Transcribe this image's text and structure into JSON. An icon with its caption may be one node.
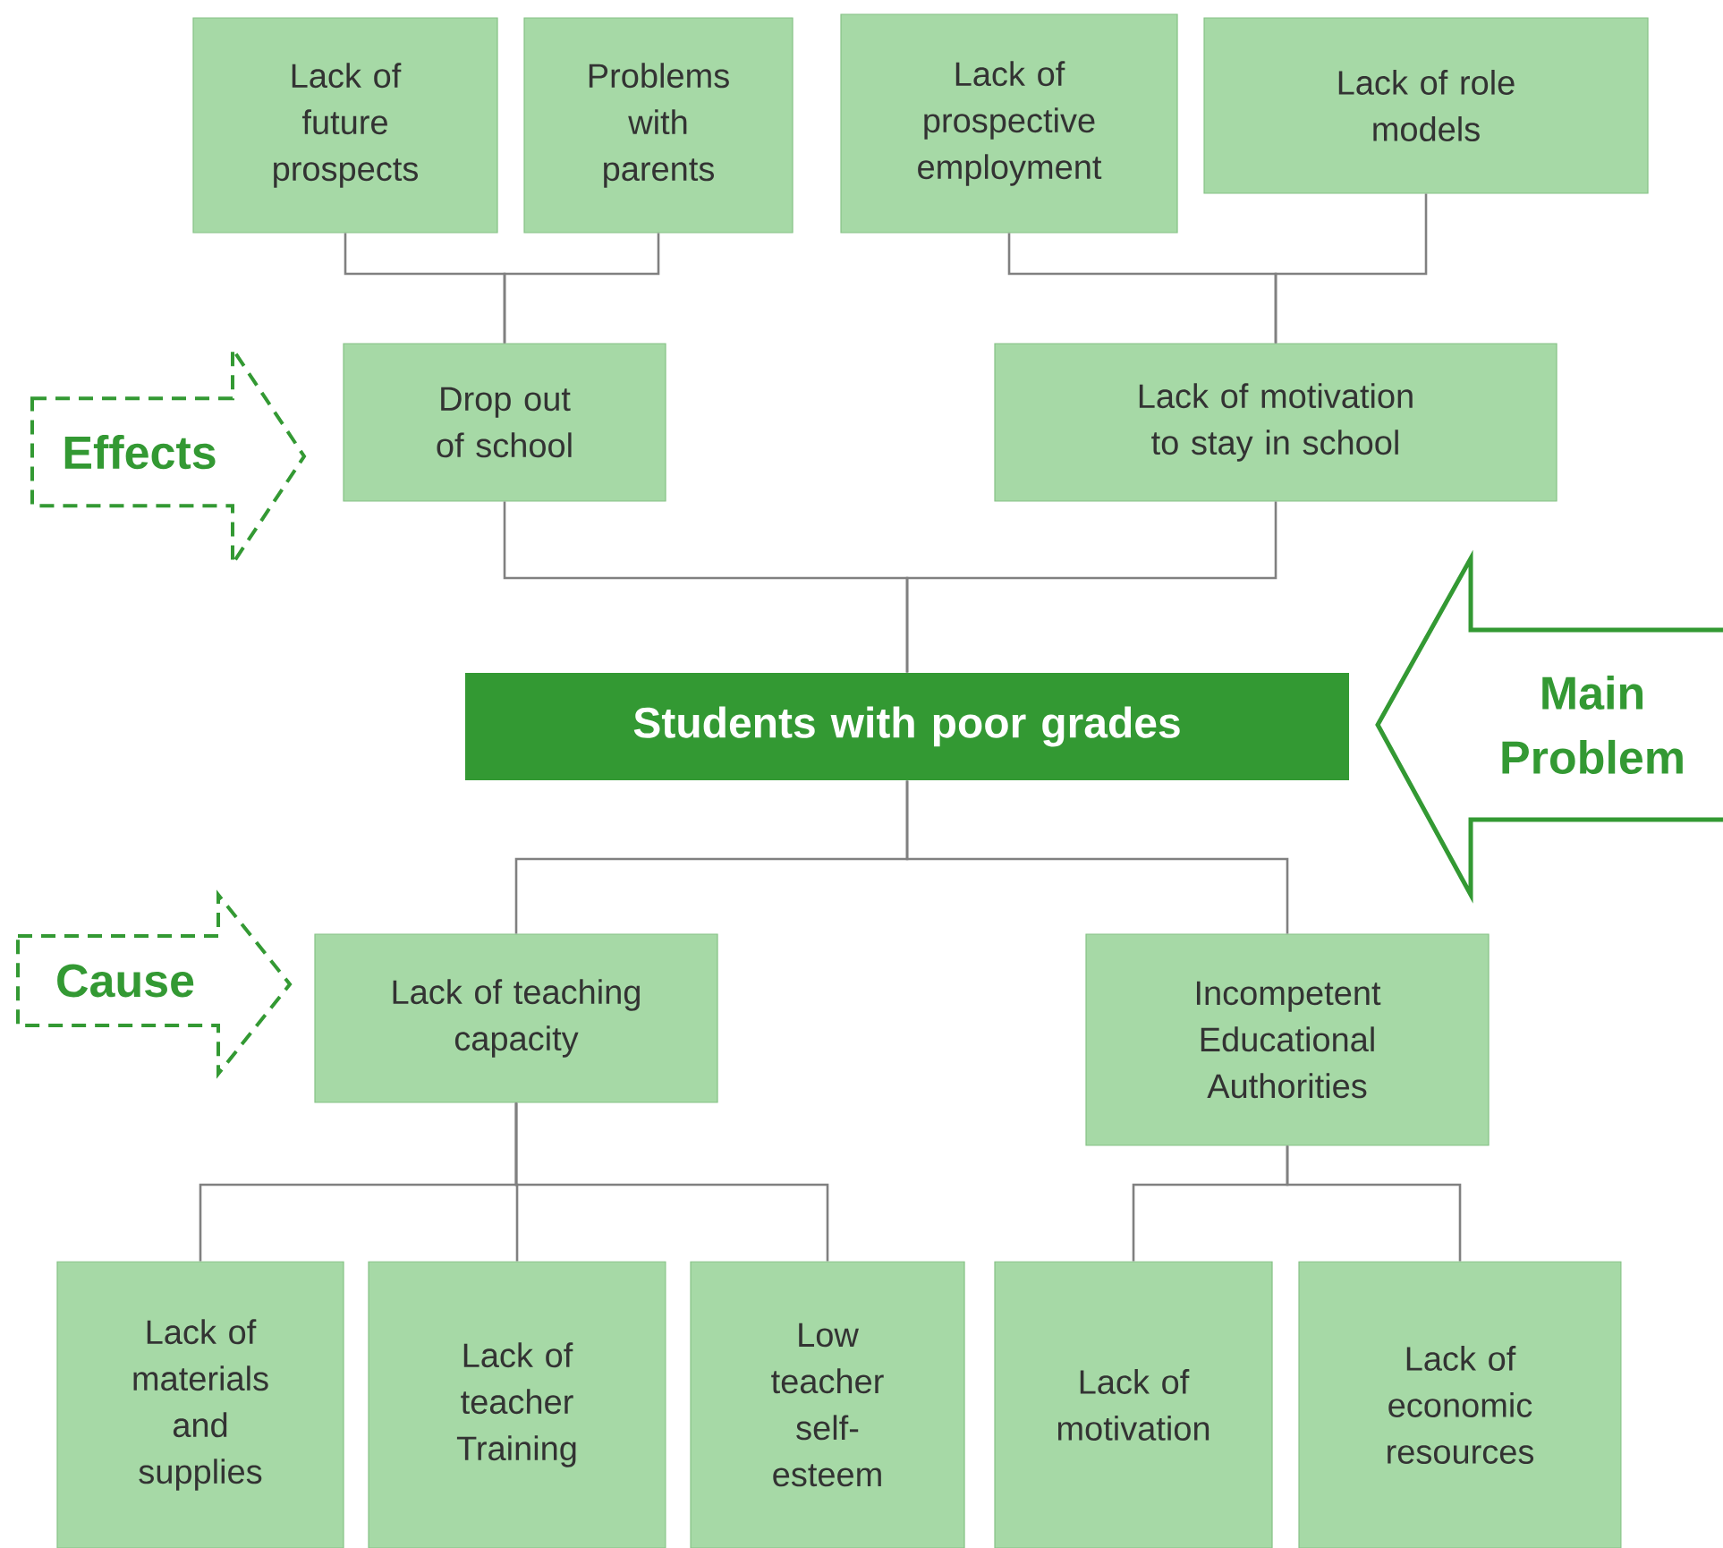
{
  "diagram": {
    "nodes": [
      {
        "text": [
          "Lack of future prospects"
        ]
      },
      {
        "text": [
          "Problems with parents"
        ]
      },
      {
        "text": [
          "Lack of prospective employment"
        ]
      },
      {
        "text": [
          "Lack of role models"
        ]
      },
      {
        "text": [
          "Effects"
        ]
      },
      {
        "text": [
          "Drop out of school"
        ]
      },
      {
        "text": [
          "Lack of motivation to stay in school"
        ]
      },
      {
        "text": [
          "Students with poor grades"
        ]
      },
      {
        "text": [
          "Main Problem"
        ]
      },
      {
        "text": [
          "Cause"
        ]
      },
      {
        "text": [
          "Lack of teaching capacity"
        ]
      },
      {
        "text": [
          "Incompetent Educational Authorities"
        ]
      },
      {
        "text": [
          "Lack of materials and supplies"
        ]
      },
      {
        "text": [
          "Lack of teacher Training"
        ]
      },
      {
        "text": [
          "Low teacher self-esteem"
        ]
      },
      {
        "text": [
          "Lack of motivation"
        ]
      },
      {
        "text": [
          "Lack of economic resources"
        ]
      }
    ],
    "edges": [
      {
        "from": 0,
        "to": 5,
        "arrow": "none"
      },
      {
        "from": 1,
        "to": 5,
        "arrow": "none"
      },
      {
        "from": 2,
        "to": 6,
        "arrow": "none"
      },
      {
        "from": 3,
        "to": 6,
        "arrow": "none"
      },
      {
        "from": 5,
        "to": 7,
        "arrow": "none"
      },
      {
        "from": 6,
        "to": 7,
        "arrow": "none"
      },
      {
        "from": 7,
        "to": 10,
        "arrow": "none"
      },
      {
        "from": 7,
        "to": 11,
        "arrow": "none"
      },
      {
        "from": 10,
        "to": 12,
        "arrow": "none"
      },
      {
        "from": 10,
        "to": 13,
        "arrow": "none"
      },
      {
        "from": 10,
        "to": 14,
        "arrow": "none"
      },
      {
        "from": 11,
        "to": 15,
        "arrow": "none"
      },
      {
        "from": 11,
        "to": 16,
        "arrow": "none"
      }
    ]
  }
}
